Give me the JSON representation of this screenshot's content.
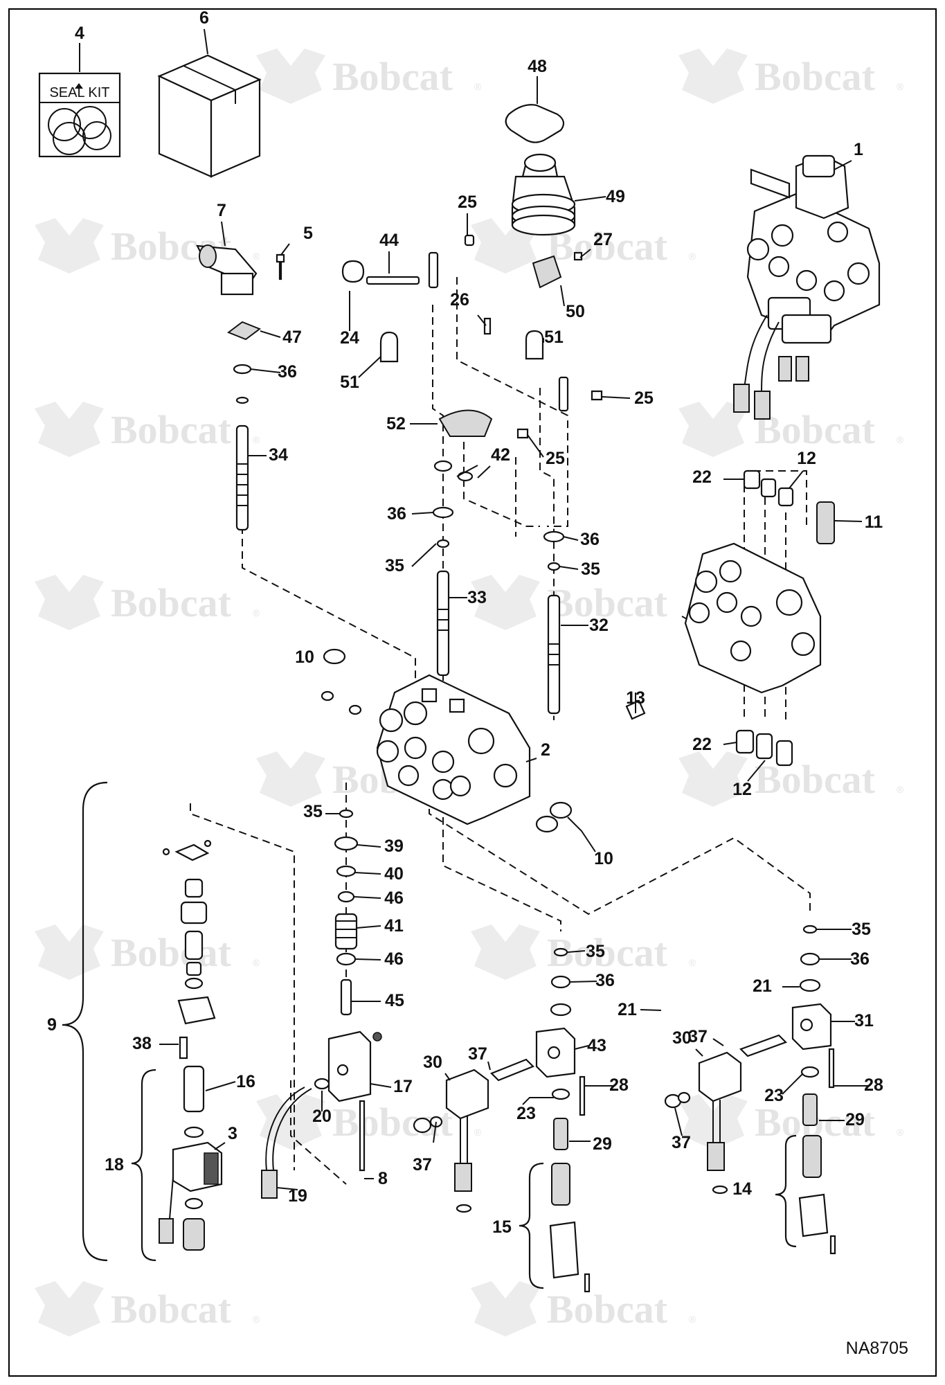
{
  "diagram": {
    "reference_code": "NA8705",
    "watermark_text": "Bobcat",
    "watermark_symbol": "®",
    "seal_kit_label": "SEAL KIT",
    "colors": {
      "line": "#111111",
      "watermark": "#e4e4e4",
      "background": "#ffffff"
    },
    "callouts": [
      "1",
      "2",
      "3",
      "4",
      "5",
      "6",
      "7",
      "8",
      "9",
      "10",
      "11",
      "12",
      "13",
      "14",
      "15",
      "16",
      "17",
      "18",
      "19",
      "20",
      "21",
      "22",
      "23",
      "24",
      "25",
      "26",
      "27",
      "28",
      "29",
      "30",
      "31",
      "32",
      "33",
      "34",
      "35",
      "36",
      "37",
      "38",
      "39",
      "40",
      "41",
      "42",
      "43",
      "44",
      "45",
      "46",
      "47",
      "48",
      "49",
      "50",
      "51",
      "52"
    ]
  }
}
